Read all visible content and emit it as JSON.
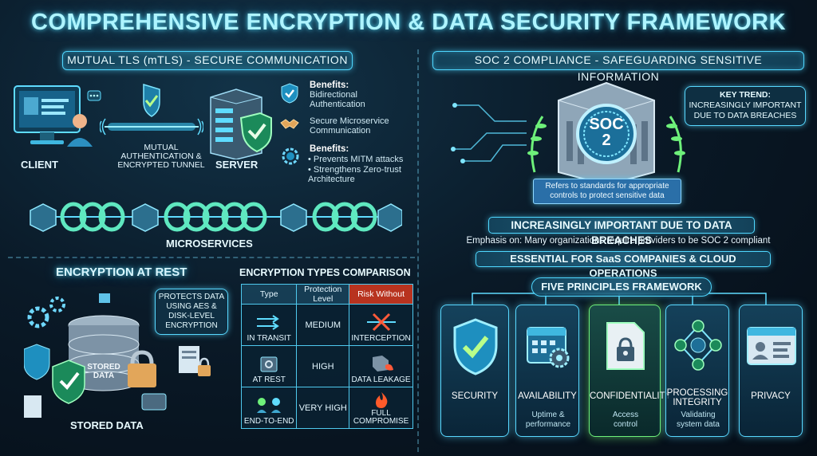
{
  "title": "COMPREHENSIVE ENCRYPTION & DATA SECURITY FRAMEWORK",
  "mtls": {
    "banner": "MUTUAL TLS (mTLS) - SECURE COMMUNICATION",
    "client_label": "CLIENT",
    "server_label": "SERVER",
    "tunnel_label": [
      "MUTUAL",
      "AUTHENTICATION &",
      "ENCRYPTED TUNNEL"
    ],
    "benefits1_title": "Benefits:",
    "benefits1_items": [
      "Bidirectional Authentication",
      "Secure Microservice Communication"
    ],
    "benefits2_title": "Benefits:",
    "benefits2_items": [
      "• Prevents MITM attacks",
      "• Strengthens Zero-trust Architecture"
    ],
    "microservices_label": "MICROSERVICES"
  },
  "rest": {
    "title": "ENCRYPTION AT REST",
    "callout": [
      "PROTECTS DATA",
      "USING AES &",
      "DISK-LEVEL",
      "ENCRYPTION"
    ],
    "db_label": [
      "STORED",
      "DATA"
    ],
    "bottom_label": "STORED DATA"
  },
  "comparison": {
    "title": "ENCRYPTION TYPES COMPARISON",
    "headers": [
      "Type",
      "Protection Level",
      "Risk Without"
    ],
    "rows": [
      {
        "type": "IN TRANSIT",
        "level": "MEDIUM",
        "risk": "INTERCEPTION"
      },
      {
        "type": "AT REST",
        "level": "HIGH",
        "risk": "DATA LEAKAGE"
      },
      {
        "type": "END-TO-END",
        "level": "VERY HIGH",
        "risk": "FULL COMPROMISE"
      }
    ]
  },
  "soc2": {
    "banner": "SOC 2 COMPLIANCE - SAFEGUARDING SENSITIVE INFORMATION",
    "badge_text": [
      "SOC",
      "2"
    ],
    "ribbon": [
      "Refers to standards for appropriate",
      "controls to protect sensitive data"
    ],
    "key_trend": [
      "KEY TREND:",
      "INCREASINGLY IMPORTANT",
      "DUE TO DATA BREACHES"
    ],
    "important": "INCREASINGLY IMPORTANT DUE TO DATA BREACHES",
    "emphasis": "Emphasis on: Many organizations require providers to be SOC 2 compliant",
    "essential": "ESSENTIAL FOR SaaS COMPANIES & CLOUD OPERATIONS",
    "principles_title": "FIVE PRINCIPLES FRAMEWORK",
    "principles": [
      {
        "name": "SECURITY",
        "sub": ""
      },
      {
        "name": "AVAILABILITY",
        "sub": "Uptime & performance"
      },
      {
        "name": "CONFIDENTIALITY",
        "sub": "Access control"
      },
      {
        "name": "PROCESSING INTEGRITY",
        "sub": "Validating system data"
      },
      {
        "name": "PRIVACY",
        "sub": ""
      }
    ]
  },
  "colors": {
    "accent": "#4fd7ff",
    "green": "#6ef07a",
    "risk": "#b8331f"
  },
  "icons": [
    "computer-user-icon",
    "server-icon",
    "shield-check-icon",
    "handshake-icon",
    "gear-shield-icon",
    "lock-icon",
    "database-icon",
    "document-icon",
    "calendar-gear-icon",
    "id-card-icon",
    "network-icon"
  ]
}
